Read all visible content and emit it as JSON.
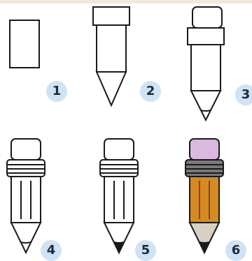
{
  "steps": [
    {
      "number": "1"
    },
    {
      "number": "2"
    },
    {
      "number": "3"
    },
    {
      "number": "4"
    },
    {
      "number": "5"
    },
    {
      "number": "6"
    }
  ],
  "colors": {
    "outline": "#1a1a1a",
    "badge_bg": "#cfe3f4",
    "eraser_final": "#d9b9e0",
    "wood_final": "#d68a1f",
    "wood_lines_final": "#7a4a12",
    "ferrule_final": "#7a7a7a",
    "tip_cone_final": "#d8d0c2",
    "graphite": "#1a1a1a"
  }
}
